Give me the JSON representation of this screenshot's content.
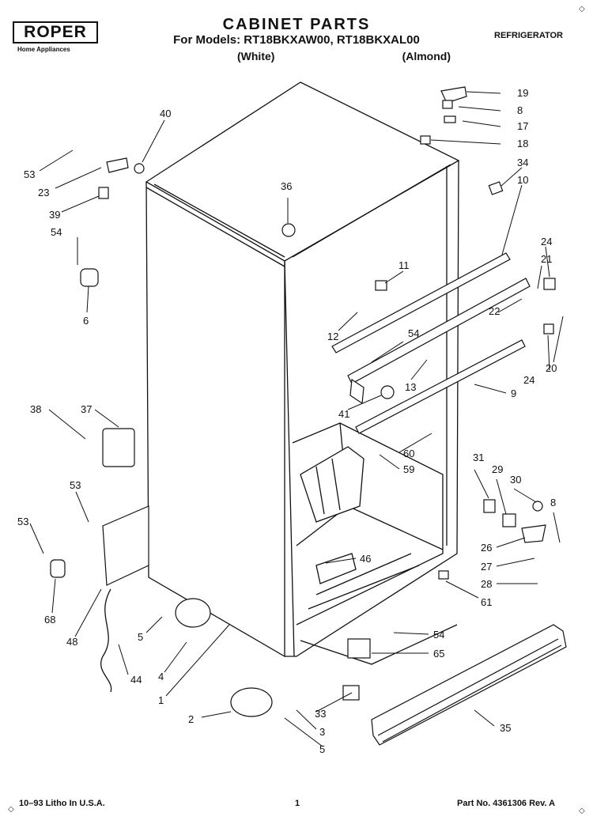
{
  "header": {
    "brand": "ROPER",
    "brand_sub": "Home Appliances",
    "title": "CABINET PARTS",
    "models_line": "For Models: RT18BKXAW00, RT18BKXAL00",
    "variant_white": "(White)",
    "variant_almond": "(Almond)",
    "category": "REFRIGERATOR"
  },
  "footer": {
    "litho": "10–93 Litho In U.S.A.",
    "page": "1",
    "part_rev": "Part No. 4361306  Rev. A"
  },
  "corners": {
    "top_right": "◇",
    "bottom_left": "◇",
    "bottom_right": "◇"
  },
  "callouts": {
    "n40": "40",
    "n53a": "53",
    "n23": "23",
    "n39": "39",
    "n54a": "54",
    "n6": "6",
    "n36": "36",
    "n19": "19",
    "n8a": "8",
    "n17": "17",
    "n18": "18",
    "n34": "34",
    "n10": "10",
    "n11": "11",
    "n12": "12",
    "n54b": "54",
    "n13": "13",
    "n41": "41",
    "n9": "9",
    "n24a": "24",
    "n21": "21",
    "n22": "22",
    "n24b": "24",
    "n20": "20",
    "n38": "38",
    "n37": "37",
    "n53b": "53",
    "n53c": "53",
    "n68": "68",
    "n48": "48",
    "n44": "44",
    "n5a": "5",
    "n4": "4",
    "n1": "1",
    "n60": "60",
    "n59": "59",
    "n46": "46",
    "n31": "31",
    "n29": "29",
    "n30": "30",
    "n8b": "8",
    "n26": "26",
    "n27": "27",
    "n28": "28",
    "n61": "61",
    "n54c": "54",
    "n65": "65",
    "n2": "2",
    "n33": "33",
    "n3": "3",
    "n5b": "5",
    "n35": "35"
  }
}
